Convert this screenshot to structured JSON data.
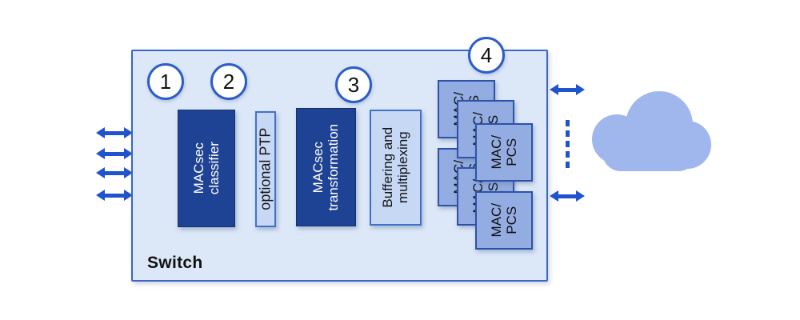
{
  "switch": {
    "label": "Switch",
    "blocks": {
      "classifier": {
        "label": "MACsec\nclassifier"
      },
      "optional_ptp": {
        "label": "optional PTP"
      },
      "transformation": {
        "label": "MACsec\ntransformation"
      },
      "buffering": {
        "label": "Buffering and\nmultiplexing"
      },
      "mac_pcs": {
        "label": "MAC/\nPCS",
        "count": 6
      }
    },
    "callouts": {
      "c1": "1",
      "c2": "2",
      "c3": "3",
      "c4": "4"
    }
  },
  "ports": {
    "left_bidirectional_arrows": 4,
    "right_bidirectional_arrows": 2,
    "ellipsis_between_right_arrows": true
  },
  "icons": {
    "port_arrow": "bidirectional-arrow",
    "ellipsis": "vertical-dashed-line",
    "cloud": "network-cloud"
  },
  "colors": {
    "navy_block": "#1F4394",
    "light_block_fill": "#C6D8F4",
    "light_block_border": "#4272C8",
    "stack_block_fill": "#93ACE2",
    "stack_block_border": "#2D52A8",
    "switch_fill": "#DCE8F8",
    "switch_border": "#3B66C4",
    "arrow_blue": "#2053CE",
    "callout_border": "#2C5DC8",
    "cloud_fill": "#9FB7EC",
    "text_on_navy": "#FFFFFF",
    "text_dark": "#111111"
  }
}
